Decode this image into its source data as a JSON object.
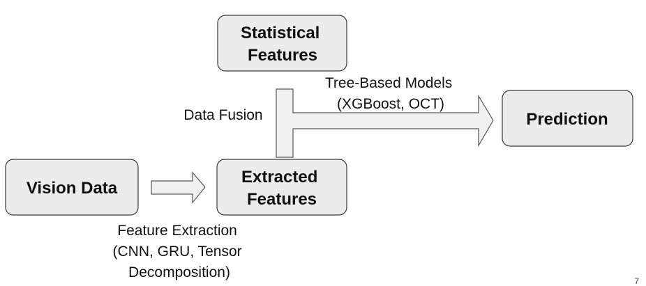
{
  "nodes": {
    "statistical": {
      "lines": [
        "Statistical",
        "Features"
      ]
    },
    "prediction": {
      "lines": [
        "Prediction"
      ]
    },
    "vision": {
      "lines": [
        "Vision Data"
      ]
    },
    "extracted": {
      "lines": [
        "Extracted",
        "Features"
      ]
    }
  },
  "edges": {
    "tree_models": {
      "lines": [
        "Tree-Based Models",
        "(XGBoost, OCT)"
      ]
    },
    "data_fusion": {
      "lines": [
        "Data Fusion"
      ]
    },
    "feature_extraction": {
      "lines": [
        "Feature Extraction",
        "(CNN, GRU, Tensor",
        "Decomposition)"
      ]
    }
  },
  "page_number": "7",
  "colors": {
    "node_fill": "#ececec",
    "node_stroke": "#3a3a3a",
    "arrow_fill": "#f1f1f1",
    "arrow_stroke": "#555555"
  }
}
